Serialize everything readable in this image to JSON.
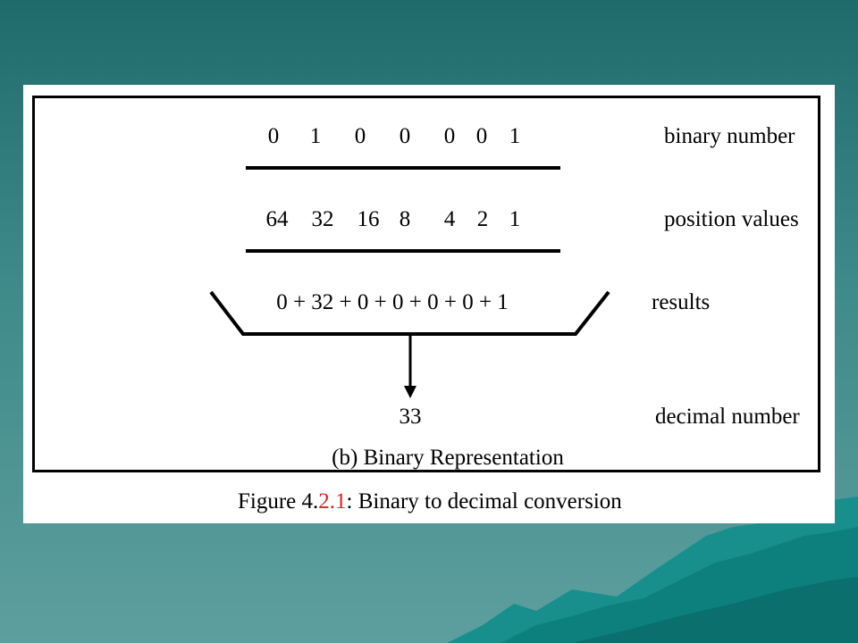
{
  "binary_digits": [
    "0",
    "1",
    "0",
    "0",
    "0",
    "0",
    "1"
  ],
  "position_values": [
    "64",
    "32",
    "16",
    "8",
    "4",
    "2",
    "1"
  ],
  "results_expression": "0 + 32 + 0 + 0 + 0 + 0 + 1",
  "decimal_result": "33",
  "labels": {
    "binary_number": "binary number",
    "position_values": "position values",
    "results": "results",
    "decimal_number": "decimal number"
  },
  "subtitle": "(b) Binary Representation",
  "caption": {
    "prefix": "Figure 4.",
    "number": "2.1",
    "suffix": ": Binary to decimal conversion"
  },
  "colors": {
    "caption_number": "#e02020",
    "background_top": "#1f6b6c",
    "background_bottom": "#5d9f9e"
  }
}
